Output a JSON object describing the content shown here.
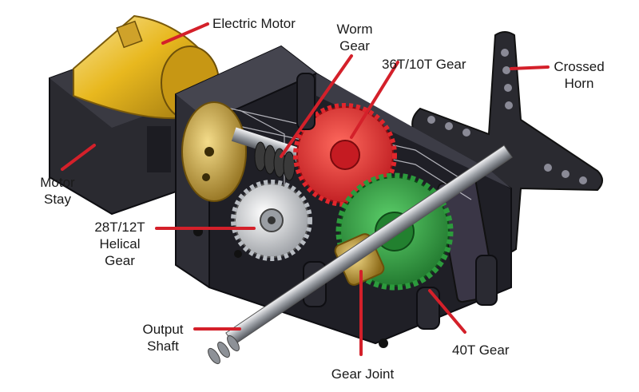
{
  "colors": {
    "leader": "#d4202a",
    "housing": "#26262c",
    "motor_yellow": "#e8b81e",
    "gear_red": "#e1262c",
    "gear_green": "#2c9a3c",
    "gear_silver": "#c9ccd0",
    "brass": "#c9a23a",
    "frame_purple": "#7a7488"
  },
  "labels": {
    "electric_motor": [
      "Electric Motor"
    ],
    "worm_gear": [
      "Worm",
      "Gear"
    ],
    "gear_36t": [
      "36T/10T Gear"
    ],
    "crossed_horn": [
      "Crossed",
      "Horn"
    ],
    "motor_stay": [
      "Motor",
      "Stay"
    ],
    "helical_gear": [
      "28T/12T",
      "Helical",
      "Gear"
    ],
    "output_shaft": [
      "Output",
      "Shaft"
    ],
    "gear_40t": [
      "40T Gear"
    ],
    "gear_joint": [
      "Gear Joint"
    ]
  }
}
